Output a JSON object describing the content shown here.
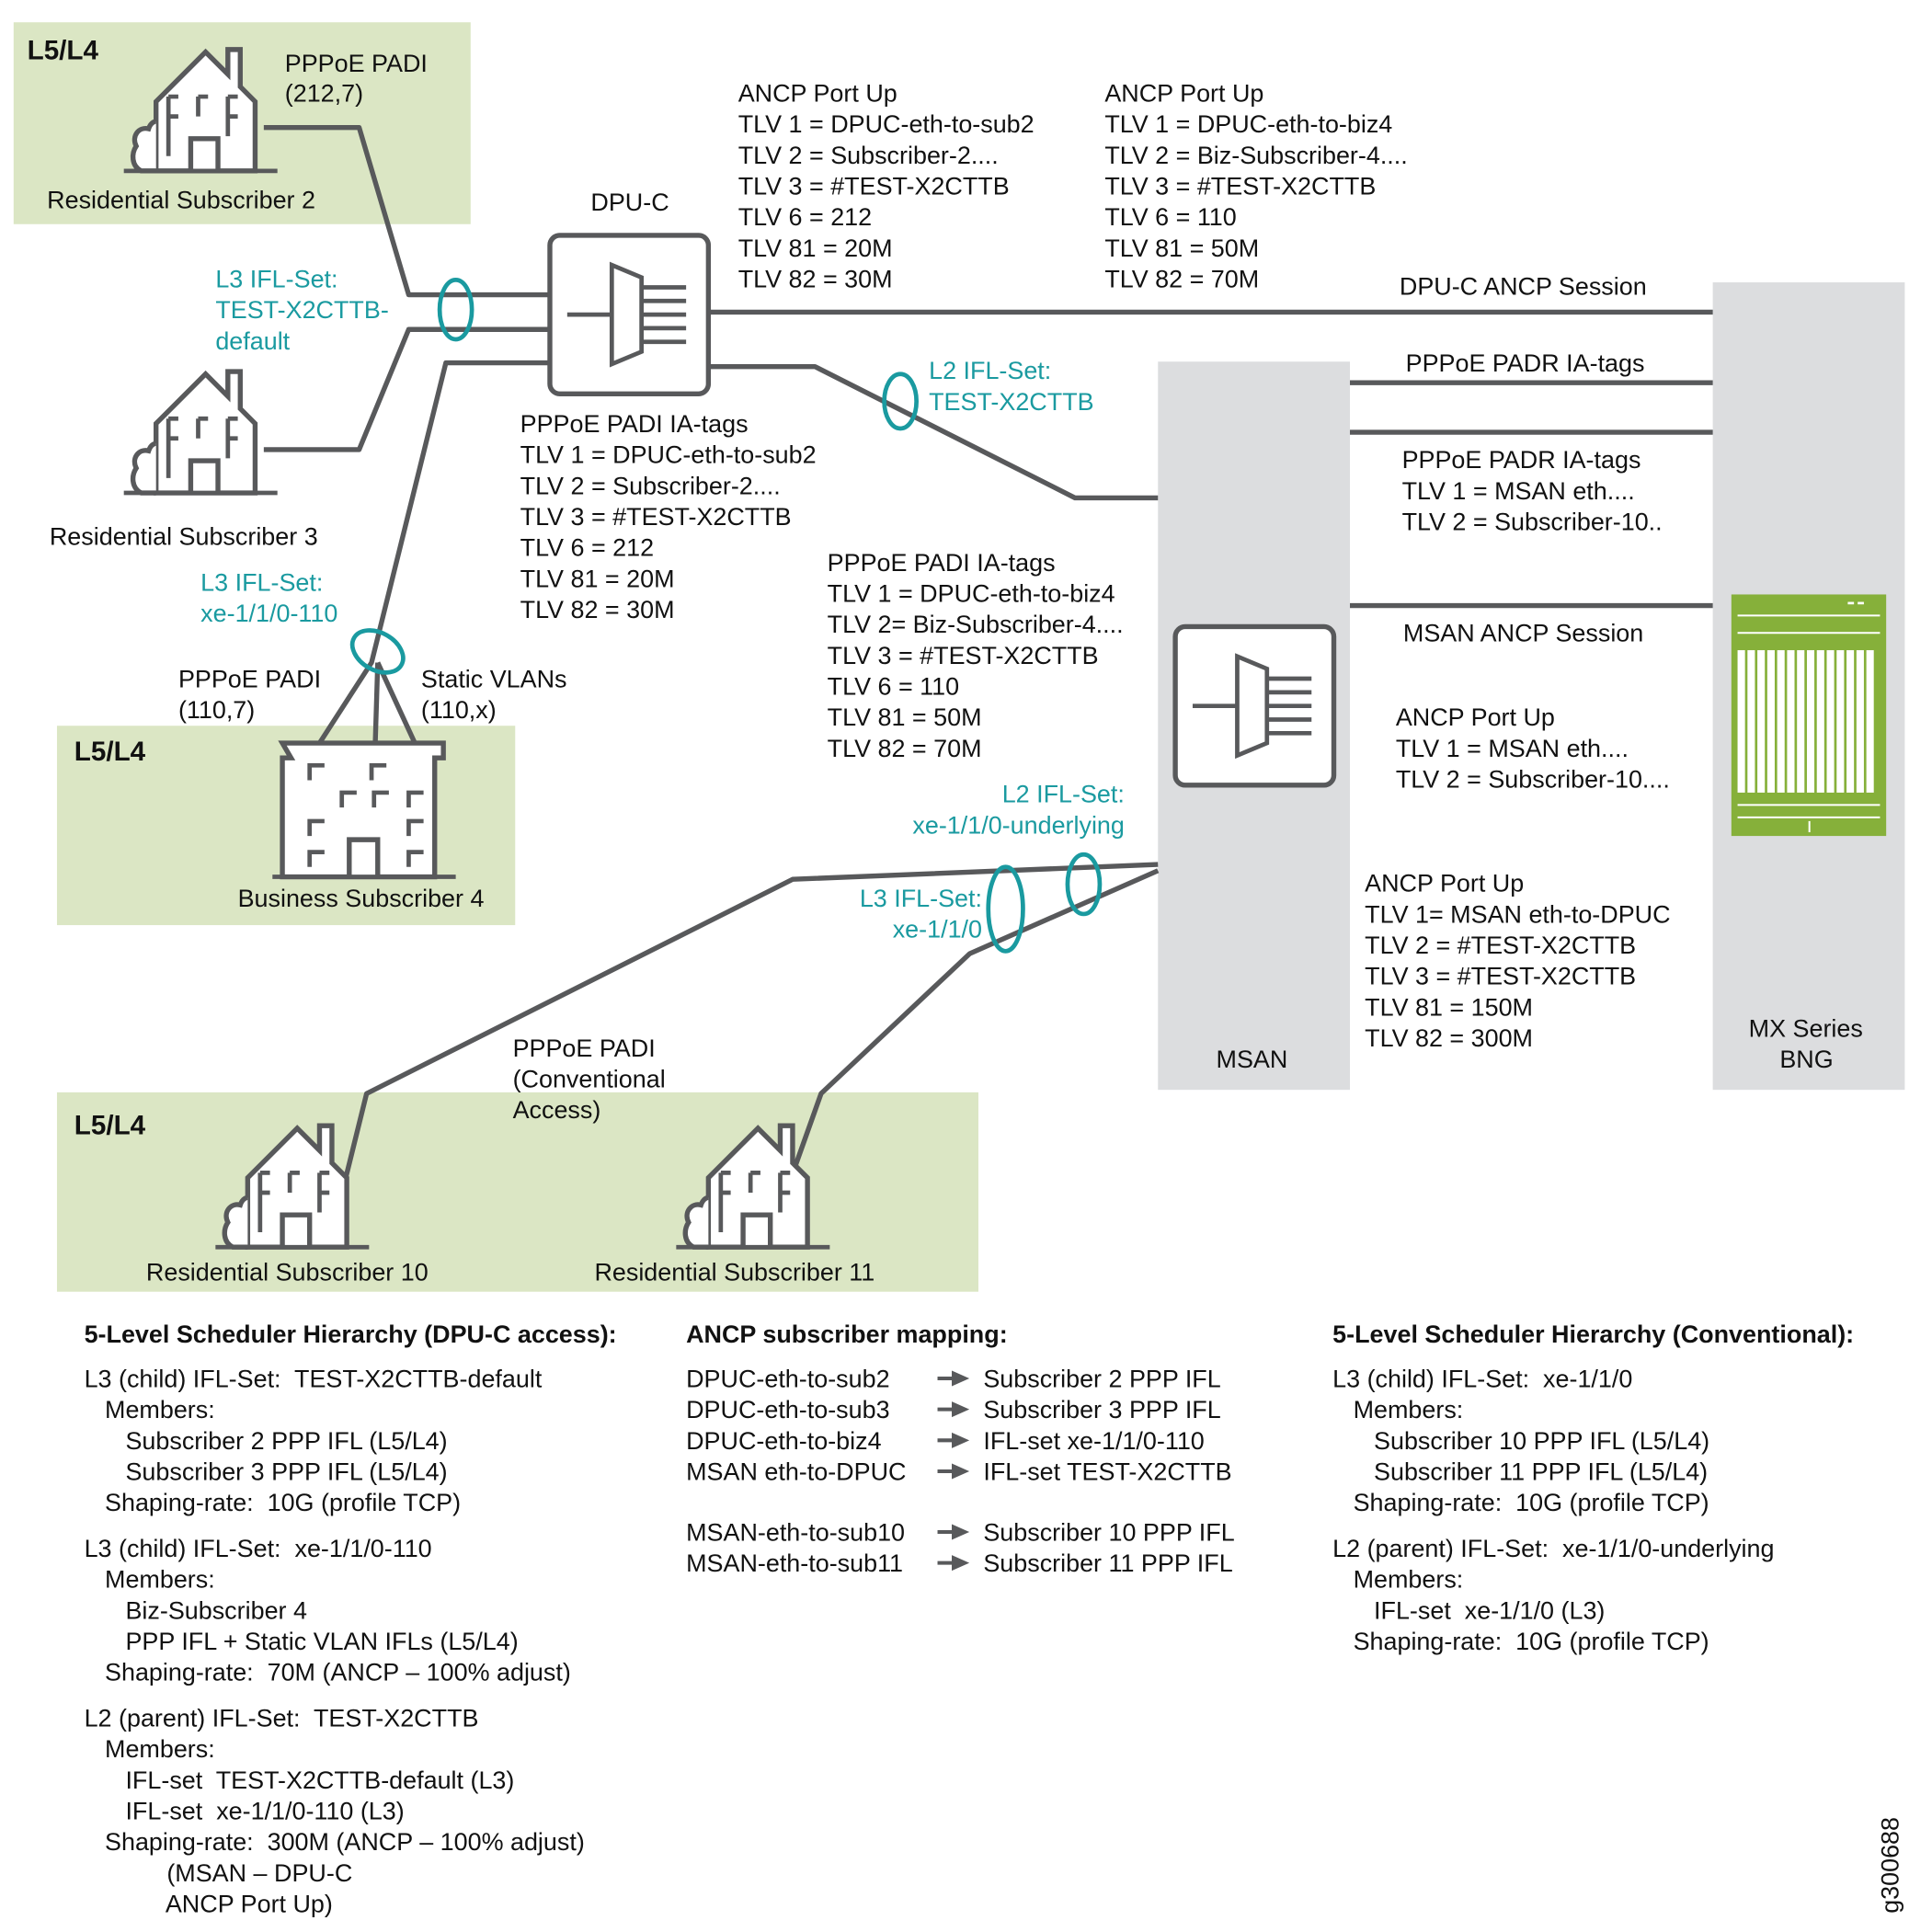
{
  "zones": [
    {
      "label": "L5/L4",
      "subscriber": "Residential Subscriber 2"
    },
    {
      "label": "L5/L4",
      "subscriber": "Business Subscriber 4"
    },
    {
      "label": "L5/L4",
      "subscribers": [
        "Residential Subscriber 10",
        "Residential Subscriber 11"
      ]
    }
  ],
  "subscribers": {
    "sub2": "Residential Subscriber 2",
    "sub3": "Residential Subscriber 3",
    "biz4": "Business Subscriber 4",
    "sub10": "Residential Subscriber 10",
    "sub11": "Residential Subscriber 11"
  },
  "devices": {
    "dpuc": "DPU-C",
    "msan": "MSAN",
    "bng": [
      "MX Series",
      "BNG"
    ]
  },
  "labels": {
    "padi_sub2": [
      "PPPoE PADI",
      "(212,7)"
    ],
    "padi_biz4": [
      "PPPoE PADI",
      "(110,7)"
    ],
    "static_vlans": [
      "Static VLANs",
      "(110,x)"
    ],
    "padi_conventional": [
      "PPPoE PADI",
      "(Conventional",
      "Access)"
    ],
    "dpuc_session": "DPU-C ANCP Session",
    "padr_tags_1": "PPPoE PADR IA-tags",
    "msan_session": "MSAN ANCP Session"
  },
  "ifl_sets": {
    "l3_default": [
      "L3  IFL-Set:",
      "TEST-X2CTTB-",
      "default"
    ],
    "l3_110": [
      "L3  IFL-Set:",
      "xe-1/1/0-110"
    ],
    "l2_test": [
      "L2  IFL-Set:",
      "TEST-X2CTTB"
    ],
    "l2_underlying": [
      "L2  IFL-Set:",
      "xe-1/1/0-underlying"
    ],
    "l3_xe": [
      "L3  IFL-Set:",
      "xe-1/1/0"
    ]
  },
  "tlv_blocks": {
    "ancp_port_up_sub2": [
      "ANCP Port Up",
      "TLV 1 = DPUC-eth-to-sub2",
      "TLV 2 = Subscriber-2....",
      "TLV 3 = #TEST-X2CTTB",
      "TLV 6 = 212",
      "TLV 81 = 20M",
      "TLV 82 = 30M"
    ],
    "ancp_port_up_biz4": [
      "ANCP Port Up",
      "TLV 1 = DPUC-eth-to-biz4",
      "TLV 2 = Biz-Subscriber-4....",
      "TLV 3 = #TEST-X2CTTB",
      "TLV 6 = 110",
      "TLV 81 = 50M",
      "TLV 82 = 70M"
    ],
    "padi_tags_sub2": [
      "PPPoE PADI IA-tags",
      "TLV 1 = DPUC-eth-to-sub2",
      "TLV 2 = Subscriber-2....",
      "TLV 3 = #TEST-X2CTTB",
      "TLV 6 = 212",
      "TLV 81 = 20M",
      "TLV 82 = 30M"
    ],
    "padi_tags_biz4": [
      "PPPoE PADI IA-tags",
      "TLV 1 = DPUC-eth-to-biz4",
      "TLV 2= Biz-Subscriber-4....",
      "TLV 3 = #TEST-X2CTTB",
      "TLV 6 = 110",
      "TLV 81 = 50M",
      "TLV 82 = 70M"
    ],
    "padr_tags_msan": [
      "PPPoE PADR IA-tags",
      "TLV 1 = MSAN eth....",
      "TLV 2 = Subscriber-10.."
    ],
    "ancp_port_up_msan_sub10": [
      "ANCP Port Up",
      "TLV 1 = MSAN eth....",
      "TLV 2 = Subscriber-10...."
    ],
    "ancp_port_up_msan_dpuc": [
      "ANCP Port Up",
      "TLV 1= MSAN eth-to-DPUC",
      "TLV 2 = #TEST-X2CTTB",
      "TLV 3 = #TEST-X2CTTB",
      "TLV 81 = 150M",
      "TLV 82 = 300M"
    ]
  },
  "hierarchy_dpuc": {
    "title": "5-Level Scheduler Hierarchy (DPU-C access):",
    "groups": [
      [
        "L3 (child) IFL-Set:  TEST-X2CTTB-default",
        "   Members:",
        "      Subscriber 2 PPP IFL (L5/L4)",
        "      Subscriber 3 PPP IFL (L5/L4)",
        "   Shaping-rate:  10G (profile TCP)"
      ],
      [
        "L3 (child) IFL-Set:  xe-1/1/0-110",
        "   Members:",
        "      Biz-Subscriber 4",
        "      PPP IFL + Static VLAN IFLs (L5/L4)",
        "   Shaping-rate:  70M (ANCP – 100% adjust)"
      ],
      [
        "L2 (parent) IFL-Set:  TEST-X2CTTB",
        "   Members:",
        "      IFL-set  TEST-X2CTTB-default (L3)",
        "      IFL-set  xe-1/1/0-110 (L3)",
        "   Shaping-rate:  300M (ANCP – 100% adjust)",
        "            (MSAN – DPU-C",
        "            ANCP Port Up)"
      ]
    ]
  },
  "ancp_mapping": {
    "title": "ANCP subscriber mapping:",
    "rows": [
      {
        "from": "DPUC-eth-to-sub2",
        "to": "Subscriber 2 PPP IFL"
      },
      {
        "from": "DPUC-eth-to-sub3",
        "to": "Subscriber 3 PPP IFL"
      },
      {
        "from": "DPUC-eth-to-biz4",
        "to": "IFL-set xe-1/1/0-110"
      },
      {
        "from": "MSAN eth-to-DPUC",
        "to": "IFL-set TEST-X2CTTB"
      },
      {
        "from": "MSAN-eth-to-sub10",
        "to": "Subscriber 10 PPP IFL"
      },
      {
        "from": "MSAN-eth-to-sub11",
        "to": "Subscriber 11 PPP IFL"
      }
    ]
  },
  "hierarchy_conventional": {
    "title": "5-Level Scheduler Hierarchy (Conventional):",
    "groups": [
      [
        "L3 (child) IFL-Set:  xe-1/1/0",
        "   Members:",
        "      Subscriber 10 PPP IFL (L5/L4)",
        "      Subscriber 11 PPP IFL (L5/L4)",
        "   Shaping-rate:  10G (profile TCP)"
      ],
      [
        "L2 (parent) IFL-Set:  xe-1/1/0-underlying",
        "   Members:",
        "      IFL-set  xe-1/1/0 (L3)",
        "   Shaping-rate:  10G (profile TCP)"
      ]
    ]
  },
  "figure_id": "g300688",
  "colors": {
    "teal": "#1a9aa0",
    "zone_green": "#dbe6c4",
    "device_gray": "#dcdddf",
    "line_gray": "#58595b",
    "chassis_green": "#86b03a"
  }
}
